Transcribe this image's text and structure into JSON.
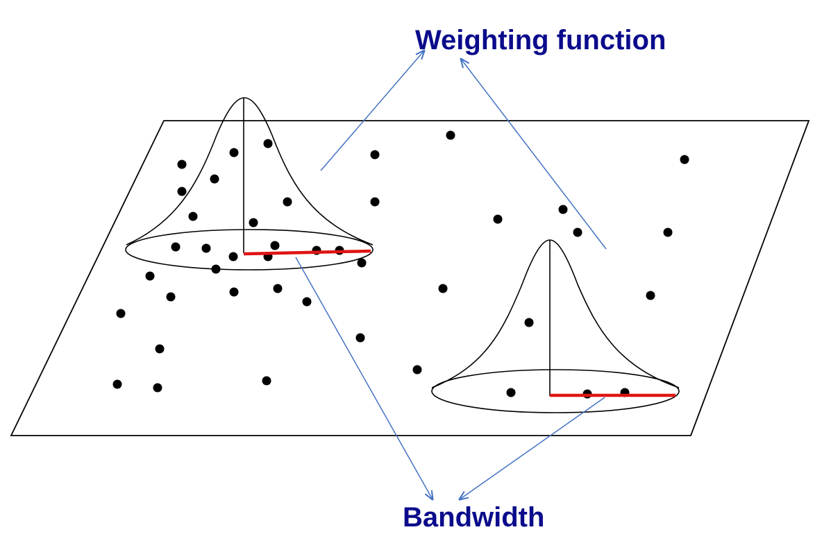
{
  "labels": {
    "weighting_function": "Weighting function",
    "bandwidth": "Bandwidth"
  },
  "colors": {
    "label_text": "#0b0b8c",
    "arrow": "#4472c4",
    "bandwidth_bar": "#e01414",
    "outline": "#000000",
    "point": "#000000"
  },
  "icons": {
    "data_point": "filled-circle",
    "kernel": "gaussian-bell-curve",
    "arrow": "arrowhead"
  }
}
